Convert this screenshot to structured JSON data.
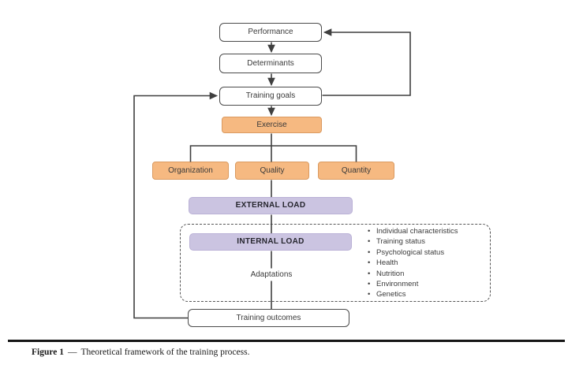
{
  "figure": {
    "caption_label": "Figure 1",
    "caption_dash": "—",
    "caption_text": "Theoretical framework of the training process."
  },
  "diagram": {
    "nodes": {
      "performance": "Performance",
      "determinants": "Determinants",
      "training_goals": "Training goals",
      "exercise": "Exercise",
      "organization": "Organization",
      "quality": "Quality",
      "quantity": "Quantity",
      "external_load": "EXTERNAL LOAD",
      "internal_load": "INTERNAL LOAD",
      "adaptations": "Adaptations",
      "training_outcomes": "Training outcomes"
    },
    "moderators": [
      "Individual characteristics",
      "Training status",
      "Psychological status",
      "Health",
      "Nutrition",
      "Environment",
      "Genetics"
    ],
    "colors": {
      "orange_fill": "#f6b981",
      "orange_border": "#da9a60",
      "purple_fill": "#cbc4e1",
      "white_box_border": "#4b4b4b",
      "connector_line": "#3f3f3f"
    }
  }
}
